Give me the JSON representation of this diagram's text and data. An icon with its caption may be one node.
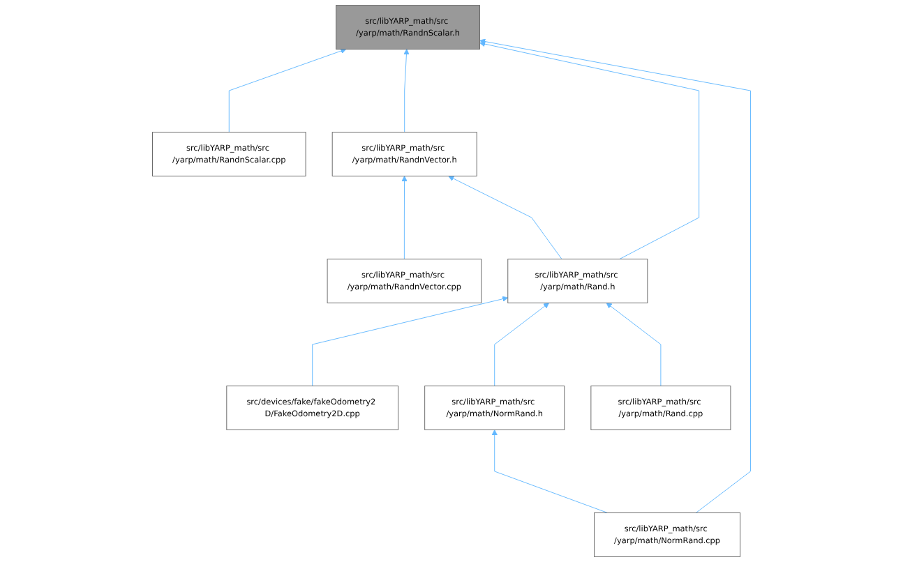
{
  "diagram": {
    "nodes": [
      {
        "text": [
          "src/libYARP_math/src /yarp/math/RandnScalar.h"
        ]
      },
      {
        "text": [
          "src/libYARP_math/src /yarp/math/RandnScalar.cpp"
        ]
      },
      {
        "text": [
          "src/libYARP_math/src /yarp/math/RandnVector.h"
        ]
      },
      {
        "text": [
          "src/libYARP_math/src /yarp/math/Rand.h"
        ]
      },
      {
        "text": [
          "src/libYARP_math/src /yarp/math/RandnVector.cpp"
        ]
      },
      {
        "text": [
          "src/devices/fake/fakeOdometry2 D/FakeOdometry2D.cpp"
        ]
      },
      {
        "text": [
          "src/libYARP_math/src /yarp/math/NormRand.h"
        ]
      },
      {
        "text": [
          "src/libYARP_math/src /yarp/math/Rand.cpp"
        ]
      },
      {
        "text": [
          "src/libYARP_math/src /yarp/math/NormRand.cpp"
        ]
      }
    ],
    "edges": [
      {
        "from": 1,
        "to": 0,
        "arrow": "to"
      },
      {
        "from": 2,
        "to": 0,
        "arrow": "to"
      },
      {
        "from": 3,
        "to": 0,
        "arrow": "to"
      },
      {
        "from": 8,
        "to": 0,
        "arrow": "to"
      },
      {
        "from": 4,
        "to": 2,
        "arrow": "to"
      },
      {
        "from": 3,
        "to": 2,
        "arrow": "to"
      },
      {
        "from": 5,
        "to": 3,
        "arrow": "to"
      },
      {
        "from": 6,
        "to": 3,
        "arrow": "to"
      },
      {
        "from": 7,
        "to": 3,
        "arrow": "to"
      },
      {
        "from": 8,
        "to": 6,
        "arrow": "to"
      }
    ]
  }
}
